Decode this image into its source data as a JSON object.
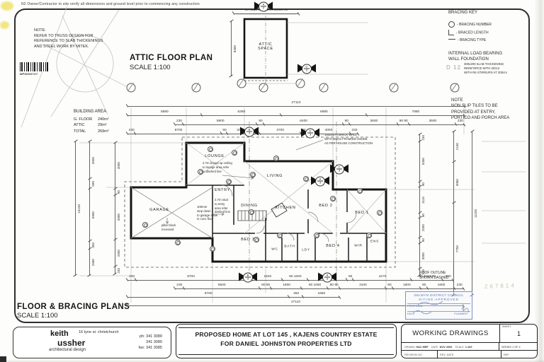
{
  "sheet": {
    "top_note": "N2      Owner/Contractor to site verify all dimensions and ground level prior to commencing any construction",
    "barcode_caption": "NP0006727"
  },
  "headings": {
    "attic_title": "ATTIC FLOOR PLAN",
    "attic_scale": "SCALE 1:100",
    "plan_title": "FLOOR & BRACING PLANS",
    "plan_scale": "SCALE 1:100"
  },
  "notes": {
    "truss": "NOTE:\nREFER TO TRUSS DESIGN FOR\nREFERENCE TO SLAB THICKENINGS\nAND STEEL WORK BY MITEK.",
    "nonslip": "NOTE\nNON SLIP TILES TO BE\nPROVIDED AT ENTRY,\nPORTICO AND PORCH AREA",
    "roof_outline": "ROOF OUTLINE\nSHOWN DASHED",
    "brick_wall": "1400x370 BRICK WALL\nWITH 90mm FRAMING INSIDE\nAS PER HOUSE CONSTRUCTION",
    "lounge_ceiling": "2.7m boxed up ceiling\nto lounge area refer\nto dashed line",
    "entry_stud": "2.7m stud\nto entry\narea refer\ndashed line",
    "garage_step": "100mm\nstep down\nto garage allow\nin conc floor",
    "garage_pillar": "pillar block\nrecessed"
  },
  "bracing_key": {
    "title": "BRACING KEY",
    "item_number": "- BRACING NUMBER",
    "item_length": "- BRACED LENGTH",
    "item_type": "- BRACING TYPE",
    "foundation_title": "INTERNAL LOAD BEARING\nWALL FOUNDATION",
    "foundation_mark": "D 12",
    "foundation_note": "300x200 SLAB THICKENING\nREINFORCE WITH 2/D12\nWITH R6 STIRRUPS AT 200crs"
  },
  "building_area": {
    "title": "BUILDING AREA",
    "g_floor_label": "G. FLOOR",
    "g_floor_value": "240m²",
    "attic_label": "ATTIC",
    "attic_value": "29m²",
    "total_label": "TOTAL",
    "total_value": "269m²"
  },
  "attic": {
    "space_label": "ATTIC\nSPACE",
    "dim_top": "90  4350 CRS ON RIDGE  90",
    "dim_left": "6300"
  },
  "rooms": {
    "lounge": "LOUNGE",
    "entry": "ENTRY",
    "garage": "GARAGE",
    "dining": "DINING",
    "kitchen": "KITCHEN",
    "living": "LIVING",
    "bed1": "BED 1",
    "bed2": "BED 2",
    "bed3": "BED 3",
    "bed4": "BED 4",
    "wir": "WIR",
    "ens": "ENS",
    "wc": "WC",
    "bath": "BATH",
    "ldy": "LDY"
  },
  "dimensions": {
    "top_total": "27110",
    "top_row1": [
      "5880",
      "6360",
      "6890",
      "7980"
    ],
    "top_row2": [
      "230",
      "5900",
      "90",
      "6400",
      "90",
      "3600",
      "90 90",
      "3500",
      "230"
    ],
    "top_row3": [
      "230",
      "8700",
      "90",
      "2060",
      "90",
      "3700",
      "90",
      "4000",
      "230"
    ],
    "bottom_row1": [
      "230",
      "8700",
      "90",
      "1940",
      "90 1000",
      "2700",
      "90",
      "4270",
      "90 1110 90",
      "400"
    ],
    "bottom_row2": [
      "230",
      "5500",
      "90 90",
      "1800",
      "90 1060",
      "90 90",
      "3100",
      "90",
      "1600",
      "90",
      "1600",
      "230"
    ],
    "bottom_row3": [
      "8700",
      "450",
      "1660"
    ],
    "bottom_total": "27110",
    "left_outer": "13130",
    "left_mid": [
      "4000",
      "590",
      "5900",
      "300",
      "2580"
    ],
    "left_inner": [
      "4000",
      "90",
      "3900",
      "2000",
      "230"
    ],
    "right_inner": [
      "230",
      "5300",
      "90",
      "3110",
      "90",
      "2000",
      "90",
      "3000",
      "230"
    ],
    "right_mid": [
      "2100",
      "3060",
      "7750"
    ],
    "right_outer": "11100"
  },
  "markers": {
    "attic_top": {
      "letter": "A",
      "num": "2"
    },
    "attic_right": {
      "letter": "C",
      "num": "3"
    },
    "plan_top_left": {
      "letter": "B",
      "num": "3"
    },
    "plan_top_mid": {
      "letter": "D",
      "num": "3"
    },
    "plan_right_upper": {
      "letter": "C",
      "num": "3"
    },
    "plan_mid": {
      "letter": "A",
      "num": "3"
    },
    "plan_bottom_left": {
      "letter": "B",
      "num": "3"
    },
    "plan_bottom_right": {
      "letter": "A",
      "num": "3"
    }
  },
  "stamp": {
    "line1": "SELWYN DISTRICT COUNCIL",
    "line2": "SITING APPROVED",
    "proposal_label": "PROPOSAL",
    "date_label": "DATE",
    "planner_label": "PLANNER",
    "ref_number": "267814"
  },
  "firm": {
    "name1": "keith",
    "name2": "ussher",
    "tagline": "architectural design",
    "address": "16 tyne st. christchurch",
    "phone1": "ph: 341 3089",
    "phone2": "341 3080",
    "fax": "fax: 341 3085"
  },
  "title_block": {
    "line1": "PROPOSED HOME AT LOT 145 , KAJENS COUNTRY ESTATE",
    "line2": "FOR DANIEL JOHNSTON PROPERTIES LTD"
  },
  "working": {
    "title": "WORKING DRAWINGS",
    "sheet_label": "SHEET",
    "sheet_no": "1",
    "drawn_label": "DRAWN",
    "drawn": "HAC MRF",
    "date_label": "DATE",
    "date": "NOV 2006",
    "scale_label": "SCALE",
    "scale": "1:100",
    "series": "SERIES 1 OF 4",
    "revision_label": "REVISION NO",
    "rev_date_label": "REV. DATE",
    "ref_label": "REF"
  }
}
